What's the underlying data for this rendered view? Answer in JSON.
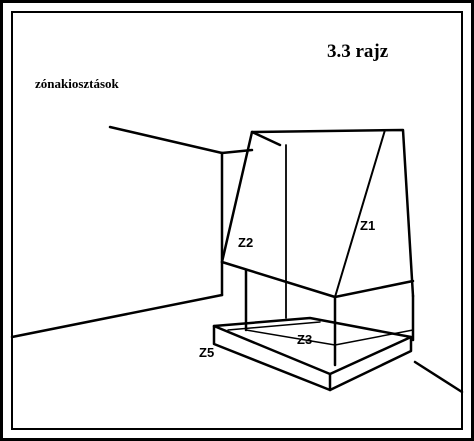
{
  "figure": {
    "title": "3.3 rajz",
    "subtitle": "zónakiosztások"
  },
  "zones": [
    {
      "id": "z1",
      "label": "Z1"
    },
    {
      "id": "z2",
      "label": "Z2"
    },
    {
      "id": "z3",
      "label": "Z3"
    },
    {
      "id": "z5",
      "label": "Z5"
    }
  ]
}
